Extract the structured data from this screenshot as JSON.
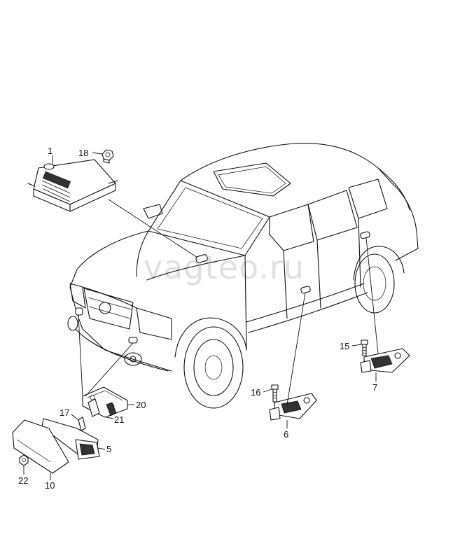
{
  "watermark": "vagteo.ru",
  "labels": {
    "l1": "1",
    "l18": "18",
    "l15": "15",
    "l7": "7",
    "l16": "16",
    "l6": "6",
    "l20": "20",
    "l17": "17",
    "l21": "21",
    "l5": "5",
    "l22": "22",
    "l10": "10"
  }
}
